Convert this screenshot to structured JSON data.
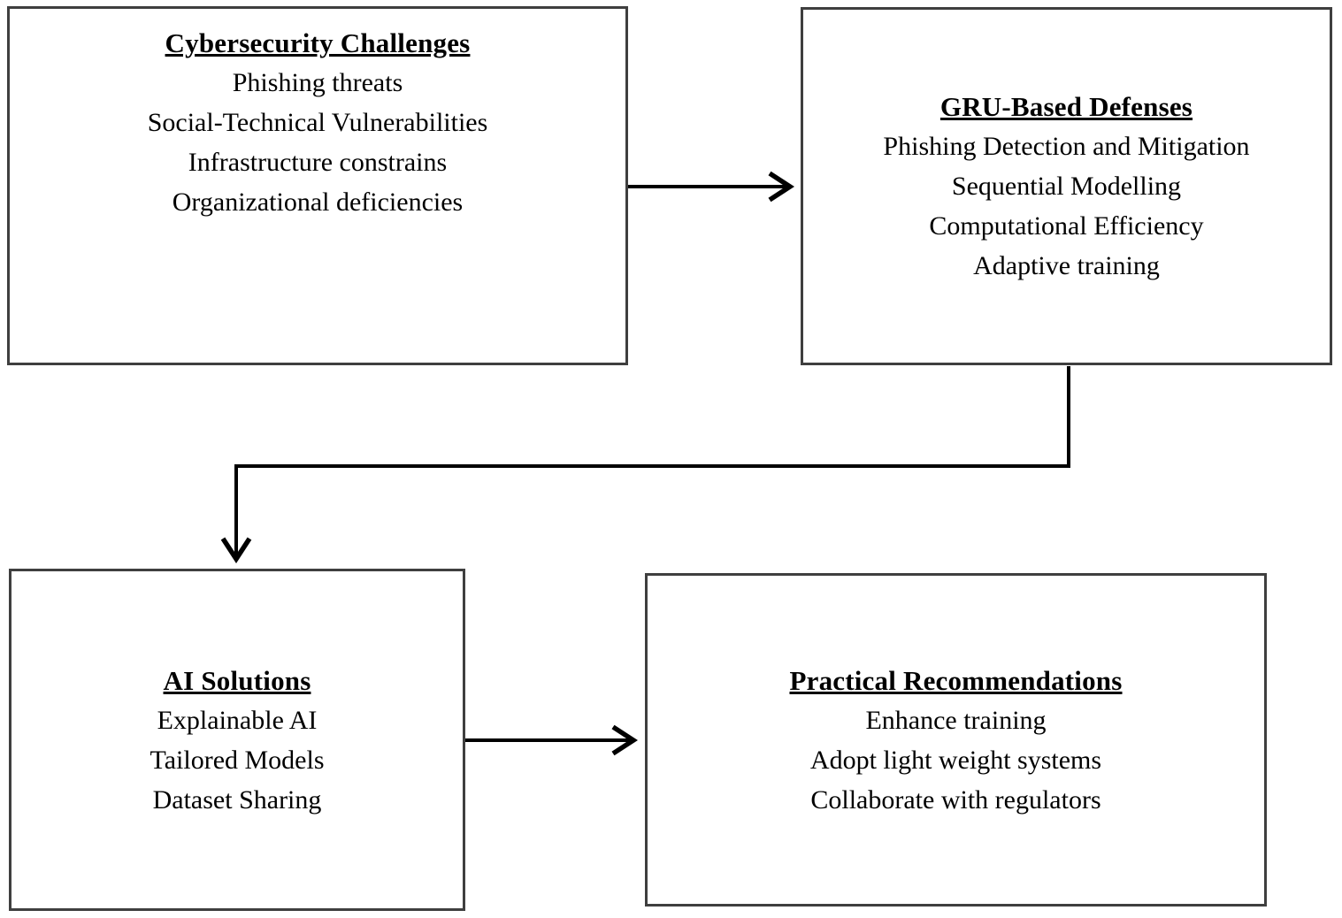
{
  "figure": {
    "type": "flow-diagram",
    "boxes": [
      {
        "id": "cybersecurity-challenges",
        "title": "Cybersecurity Challenges",
        "items": [
          "Phishing threats",
          "Social-Technical Vulnerabilities",
          "Infrastructure constrains",
          "Organizational deficiencies"
        ]
      },
      {
        "id": "gru-based-defenses",
        "title": "GRU-Based Defenses",
        "items": [
          "Phishing Detection and Mitigation",
          "Sequential Modelling",
          "Computational Efficiency",
          "Adaptive training"
        ]
      },
      {
        "id": "ai-solutions",
        "title": "AI Solutions",
        "items": [
          "Explainable AI",
          "Tailored Models",
          "Dataset Sharing"
        ]
      },
      {
        "id": "practical-recommendations",
        "title": "Practical Recommendations",
        "items": [
          "Enhance training",
          "Adopt light weight systems",
          "Collaborate with regulators"
        ]
      }
    ],
    "connections": [
      {
        "from": "cybersecurity-challenges",
        "to": "gru-based-defenses",
        "style": "straight-right"
      },
      {
        "from": "gru-based-defenses",
        "to": "ai-solutions",
        "style": "elbow-down-left-down"
      },
      {
        "from": "ai-solutions",
        "to": "practical-recommendations",
        "style": "straight-right"
      }
    ],
    "colors": {
      "background": "#ffffff",
      "box_border": "#3f3f3f",
      "text": "#000000",
      "arrow": "#000000"
    }
  }
}
